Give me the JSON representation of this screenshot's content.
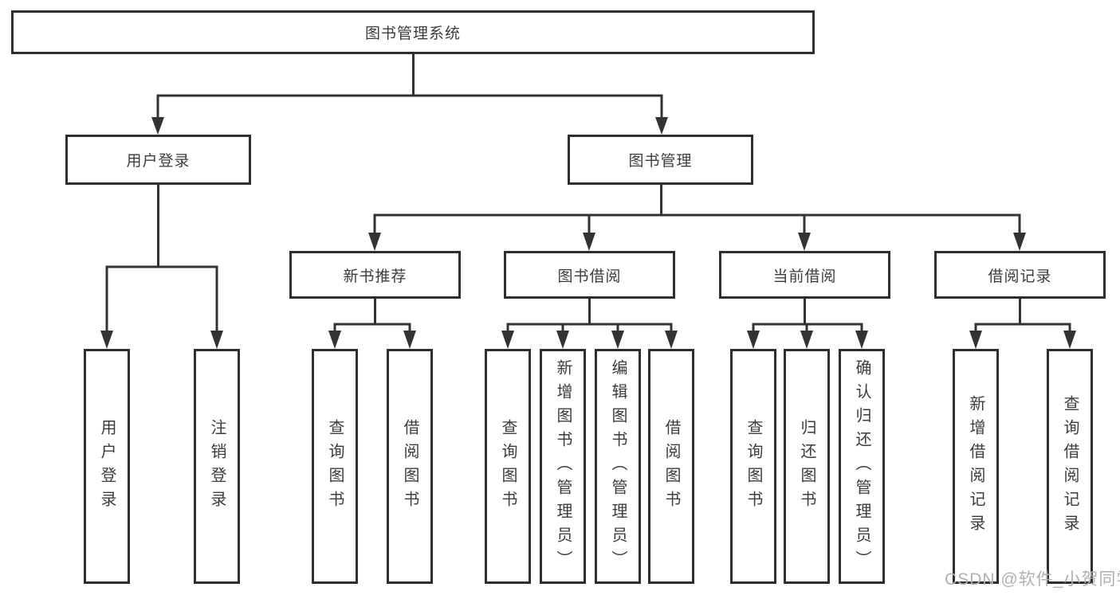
{
  "diagram": {
    "type": "tree",
    "root": {
      "label": "图书管理系统"
    },
    "level2": [
      {
        "label": "用户登录",
        "parent": "图书管理系统"
      },
      {
        "label": "图书管理",
        "parent": "图书管理系统"
      }
    ],
    "level3": [
      {
        "label": "新书推荐",
        "parent": "图书管理"
      },
      {
        "label": "图书借阅",
        "parent": "图书管理"
      },
      {
        "label": "当前借阅",
        "parent": "图书管理"
      },
      {
        "label": "借阅记录",
        "parent": "图书管理"
      }
    ],
    "leaves": [
      {
        "label": "用户登录",
        "parent": "用户登录"
      },
      {
        "label": "注销登录",
        "parent": "用户登录"
      },
      {
        "label": "查询图书",
        "parent": "新书推荐"
      },
      {
        "label": "借阅图书",
        "parent": "新书推荐"
      },
      {
        "label": "查询图书",
        "parent": "图书借阅"
      },
      {
        "label": "新增图书（管理员）",
        "parent": "图书借阅"
      },
      {
        "label": "编辑图书（管理员）",
        "parent": "图书借阅"
      },
      {
        "label": "借阅图书",
        "parent": "图书借阅"
      },
      {
        "label": "查询图书",
        "parent": "当前借阅"
      },
      {
        "label": "归还图书",
        "parent": "当前借阅"
      },
      {
        "label": "确认归还（管理员）",
        "parent": "当前借阅"
      },
      {
        "label": "新增借阅记录",
        "parent": "借阅记录"
      },
      {
        "label": "查询借阅记录",
        "parent": "借阅记录"
      }
    ]
  },
  "watermark": {
    "text": "CSDN @软件_小贺同学"
  },
  "colors": {
    "box_border": "#2e2e2e",
    "line": "#333333",
    "text": "#3c3c3c",
    "watermark": "#b0b0b0",
    "background": "#ffffff"
  }
}
